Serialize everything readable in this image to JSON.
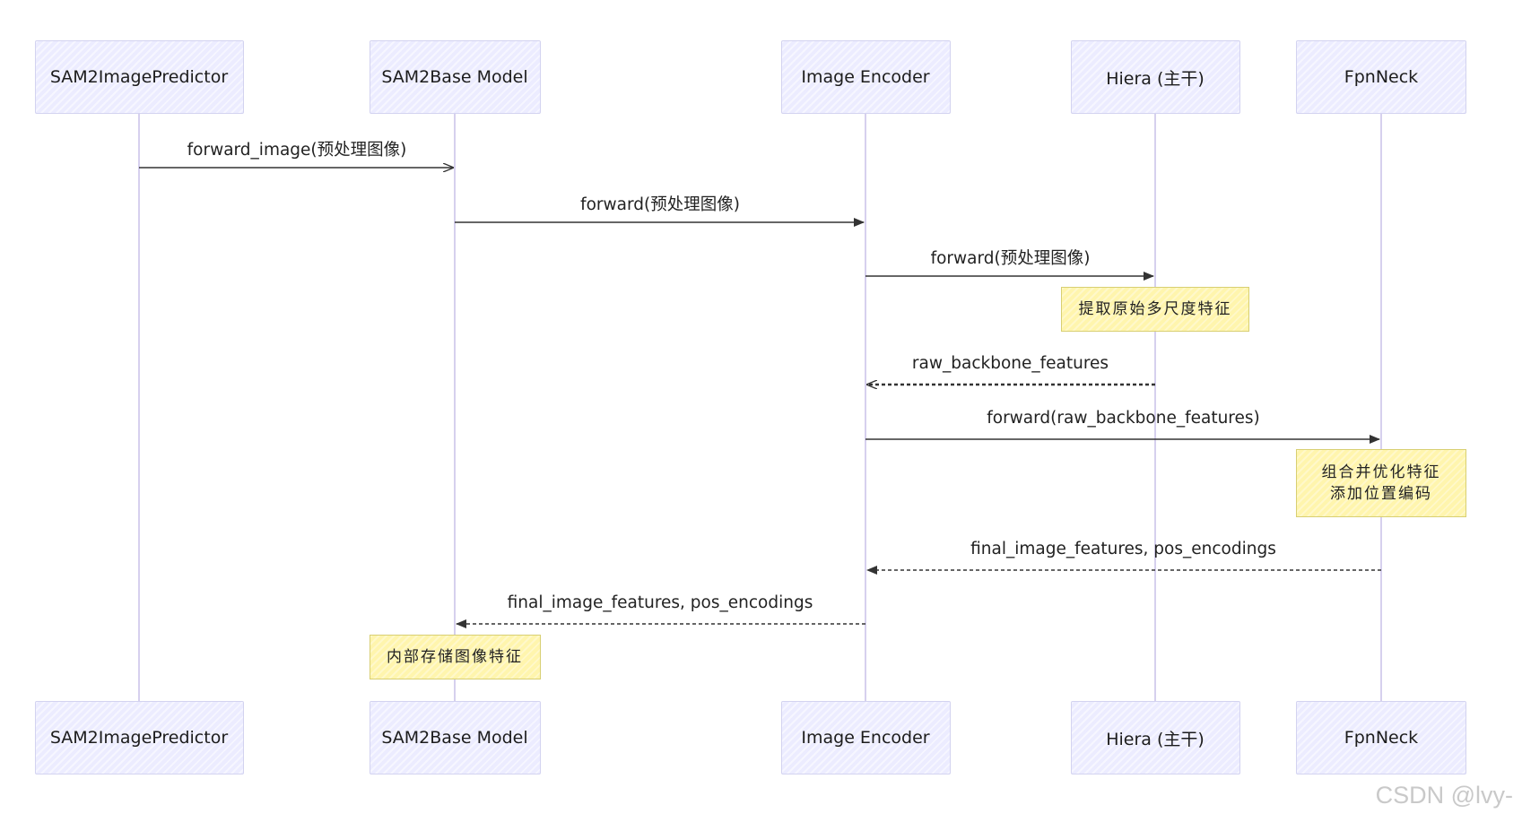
{
  "participants": [
    {
      "id": "predictor",
      "label": "SAM2ImagePredictor"
    },
    {
      "id": "base",
      "label": "SAM2Base Model"
    },
    {
      "id": "encoder",
      "label": "Image Encoder"
    },
    {
      "id": "hiera",
      "label": "Hiera (主干)"
    },
    {
      "id": "fpn",
      "label": "FpnNeck"
    }
  ],
  "messages": [
    {
      "from": "predictor",
      "to": "base",
      "label": "forward_image(预处理图像)",
      "style": "solid",
      "arrow": "open"
    },
    {
      "from": "base",
      "to": "encoder",
      "label": "forward(预处理图像)",
      "style": "solid",
      "arrow": "filled"
    },
    {
      "from": "encoder",
      "to": "hiera",
      "label": "forward(预处理图像)",
      "style": "solid",
      "arrow": "filled"
    },
    {
      "from": "hiera",
      "to": "encoder",
      "label": "raw_backbone_features",
      "style": "dashed",
      "arrow": "open"
    },
    {
      "from": "encoder",
      "to": "fpn",
      "label": "forward(raw_backbone_features)",
      "style": "solid",
      "arrow": "filled"
    },
    {
      "from": "fpn",
      "to": "encoder",
      "label": "final_image_features, pos_encodings",
      "style": "dashed",
      "arrow": "filled"
    },
    {
      "from": "encoder",
      "to": "base",
      "label": "final_image_features, pos_encodings",
      "style": "dashed",
      "arrow": "filled"
    }
  ],
  "notes": [
    {
      "over": "hiera",
      "lines": [
        "提取原始多尺度特征"
      ]
    },
    {
      "over": "fpn",
      "lines": [
        "组合并优化特征",
        "添加位置编码"
      ]
    },
    {
      "over": "base",
      "lines": [
        "内部存储图像特征"
      ]
    }
  ],
  "watermark": "CSDN @lvy-",
  "colors": {
    "actor_fill": "#ececff",
    "actor_border": "#d3d3f0",
    "lifeline": "#d6d0ee",
    "note_fill": "#fff5ad",
    "note_border": "#d8cf72",
    "line": "#333333"
  }
}
